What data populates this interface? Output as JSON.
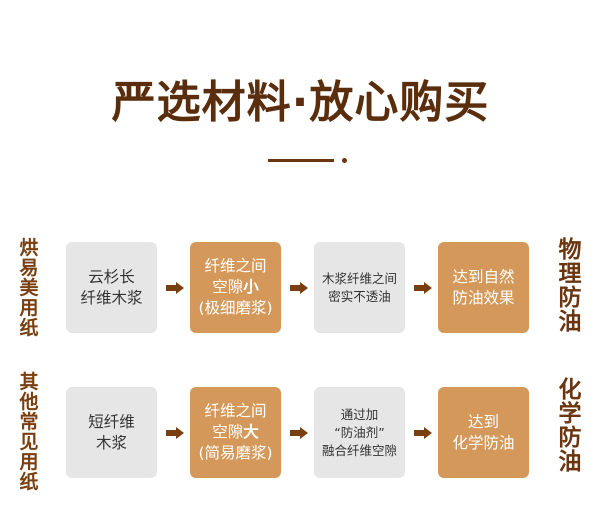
{
  "title": "严选材料·放心购买",
  "rows": [
    {
      "left_label": "烘易美用纸",
      "right_label": "物理防油",
      "box1": [
        "云杉长",
        "纤维木浆"
      ],
      "box2": {
        "line1": "纤维之间",
        "line2_pre": "空隙",
        "line2_bold": "小",
        "line3": "(极细磨浆)"
      },
      "box3": [
        "木浆纤维之间",
        "密实不透油"
      ],
      "box4": [
        "达到自然",
        "防油效果"
      ]
    },
    {
      "left_label": "其他常见用纸",
      "right_label": "化学防油",
      "box1": [
        "短纤维",
        "木浆"
      ],
      "box2": {
        "line1": "纤维之间",
        "line2_pre": "空隙",
        "line2_bold": "大",
        "line3": "(简易磨浆)"
      },
      "box3": [
        "通过加",
        "“防油剂”",
        "融合纤维空隙"
      ],
      "box4": [
        "达到",
        "化学防油"
      ]
    }
  ],
  "colors": {
    "brown": "#5a2d0c",
    "orange": "#d4995a",
    "gray": "#e6e6e6"
  }
}
